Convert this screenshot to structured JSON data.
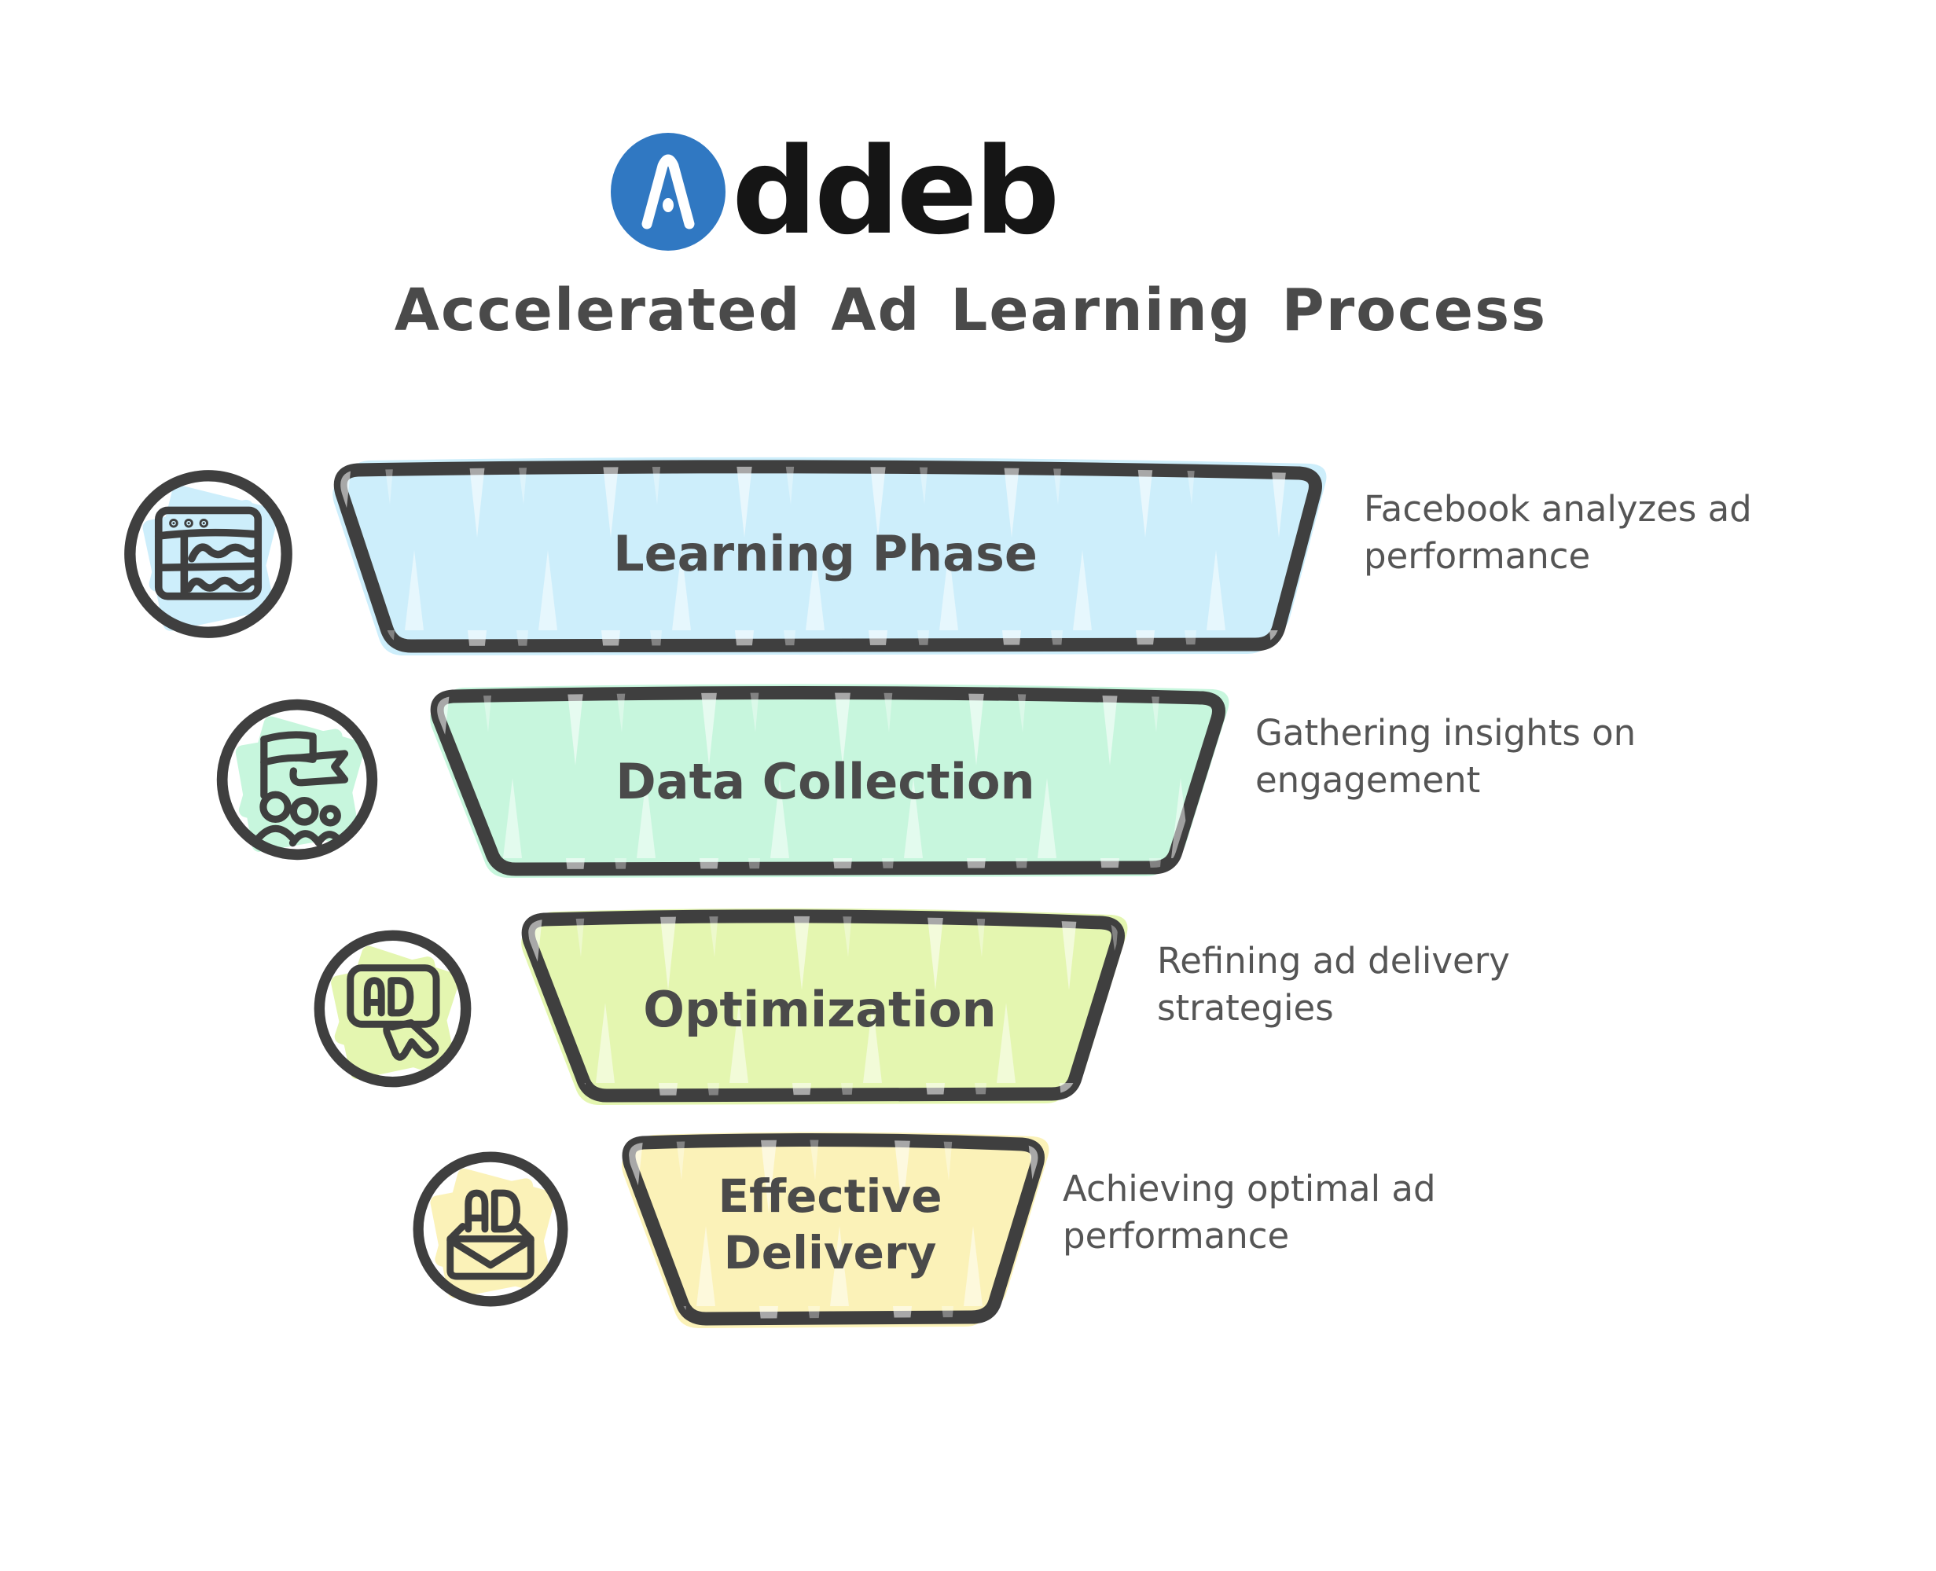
{
  "brand": {
    "logo_letter": "A",
    "wordmark": "ddeb",
    "logo_bg": "#3078c2"
  },
  "title": "Accelerated Ad Learning Process",
  "stages": [
    {
      "label": "Learning Phase",
      "fill": "#cdeefb",
      "icon": "analytics-browser-icon",
      "desc_lines": [
        "Facebook analyzes ad",
        "performance"
      ]
    },
    {
      "label": "Data Collection",
      "fill": "#c7f6dd",
      "icon": "team-flag-icon",
      "desc_lines": [
        "Gathering insights on",
        "engagement"
      ]
    },
    {
      "label": "Optimization",
      "fill": "#e4f6b0",
      "icon": "ad-click-icon",
      "desc_lines": [
        "Refining ad delivery",
        "strategies"
      ]
    },
    {
      "label": "Effective Delivery",
      "fill": "#fbf2b8",
      "icon": "ad-envelope-icon",
      "desc_lines": [
        "Achieving optimal ad",
        "performance"
      ]
    }
  ],
  "colors": {
    "outline": "#3f3f3f",
    "label_text": "#4a4a4a",
    "desc_text": "#555555",
    "wordmark_text": "#151515"
  }
}
